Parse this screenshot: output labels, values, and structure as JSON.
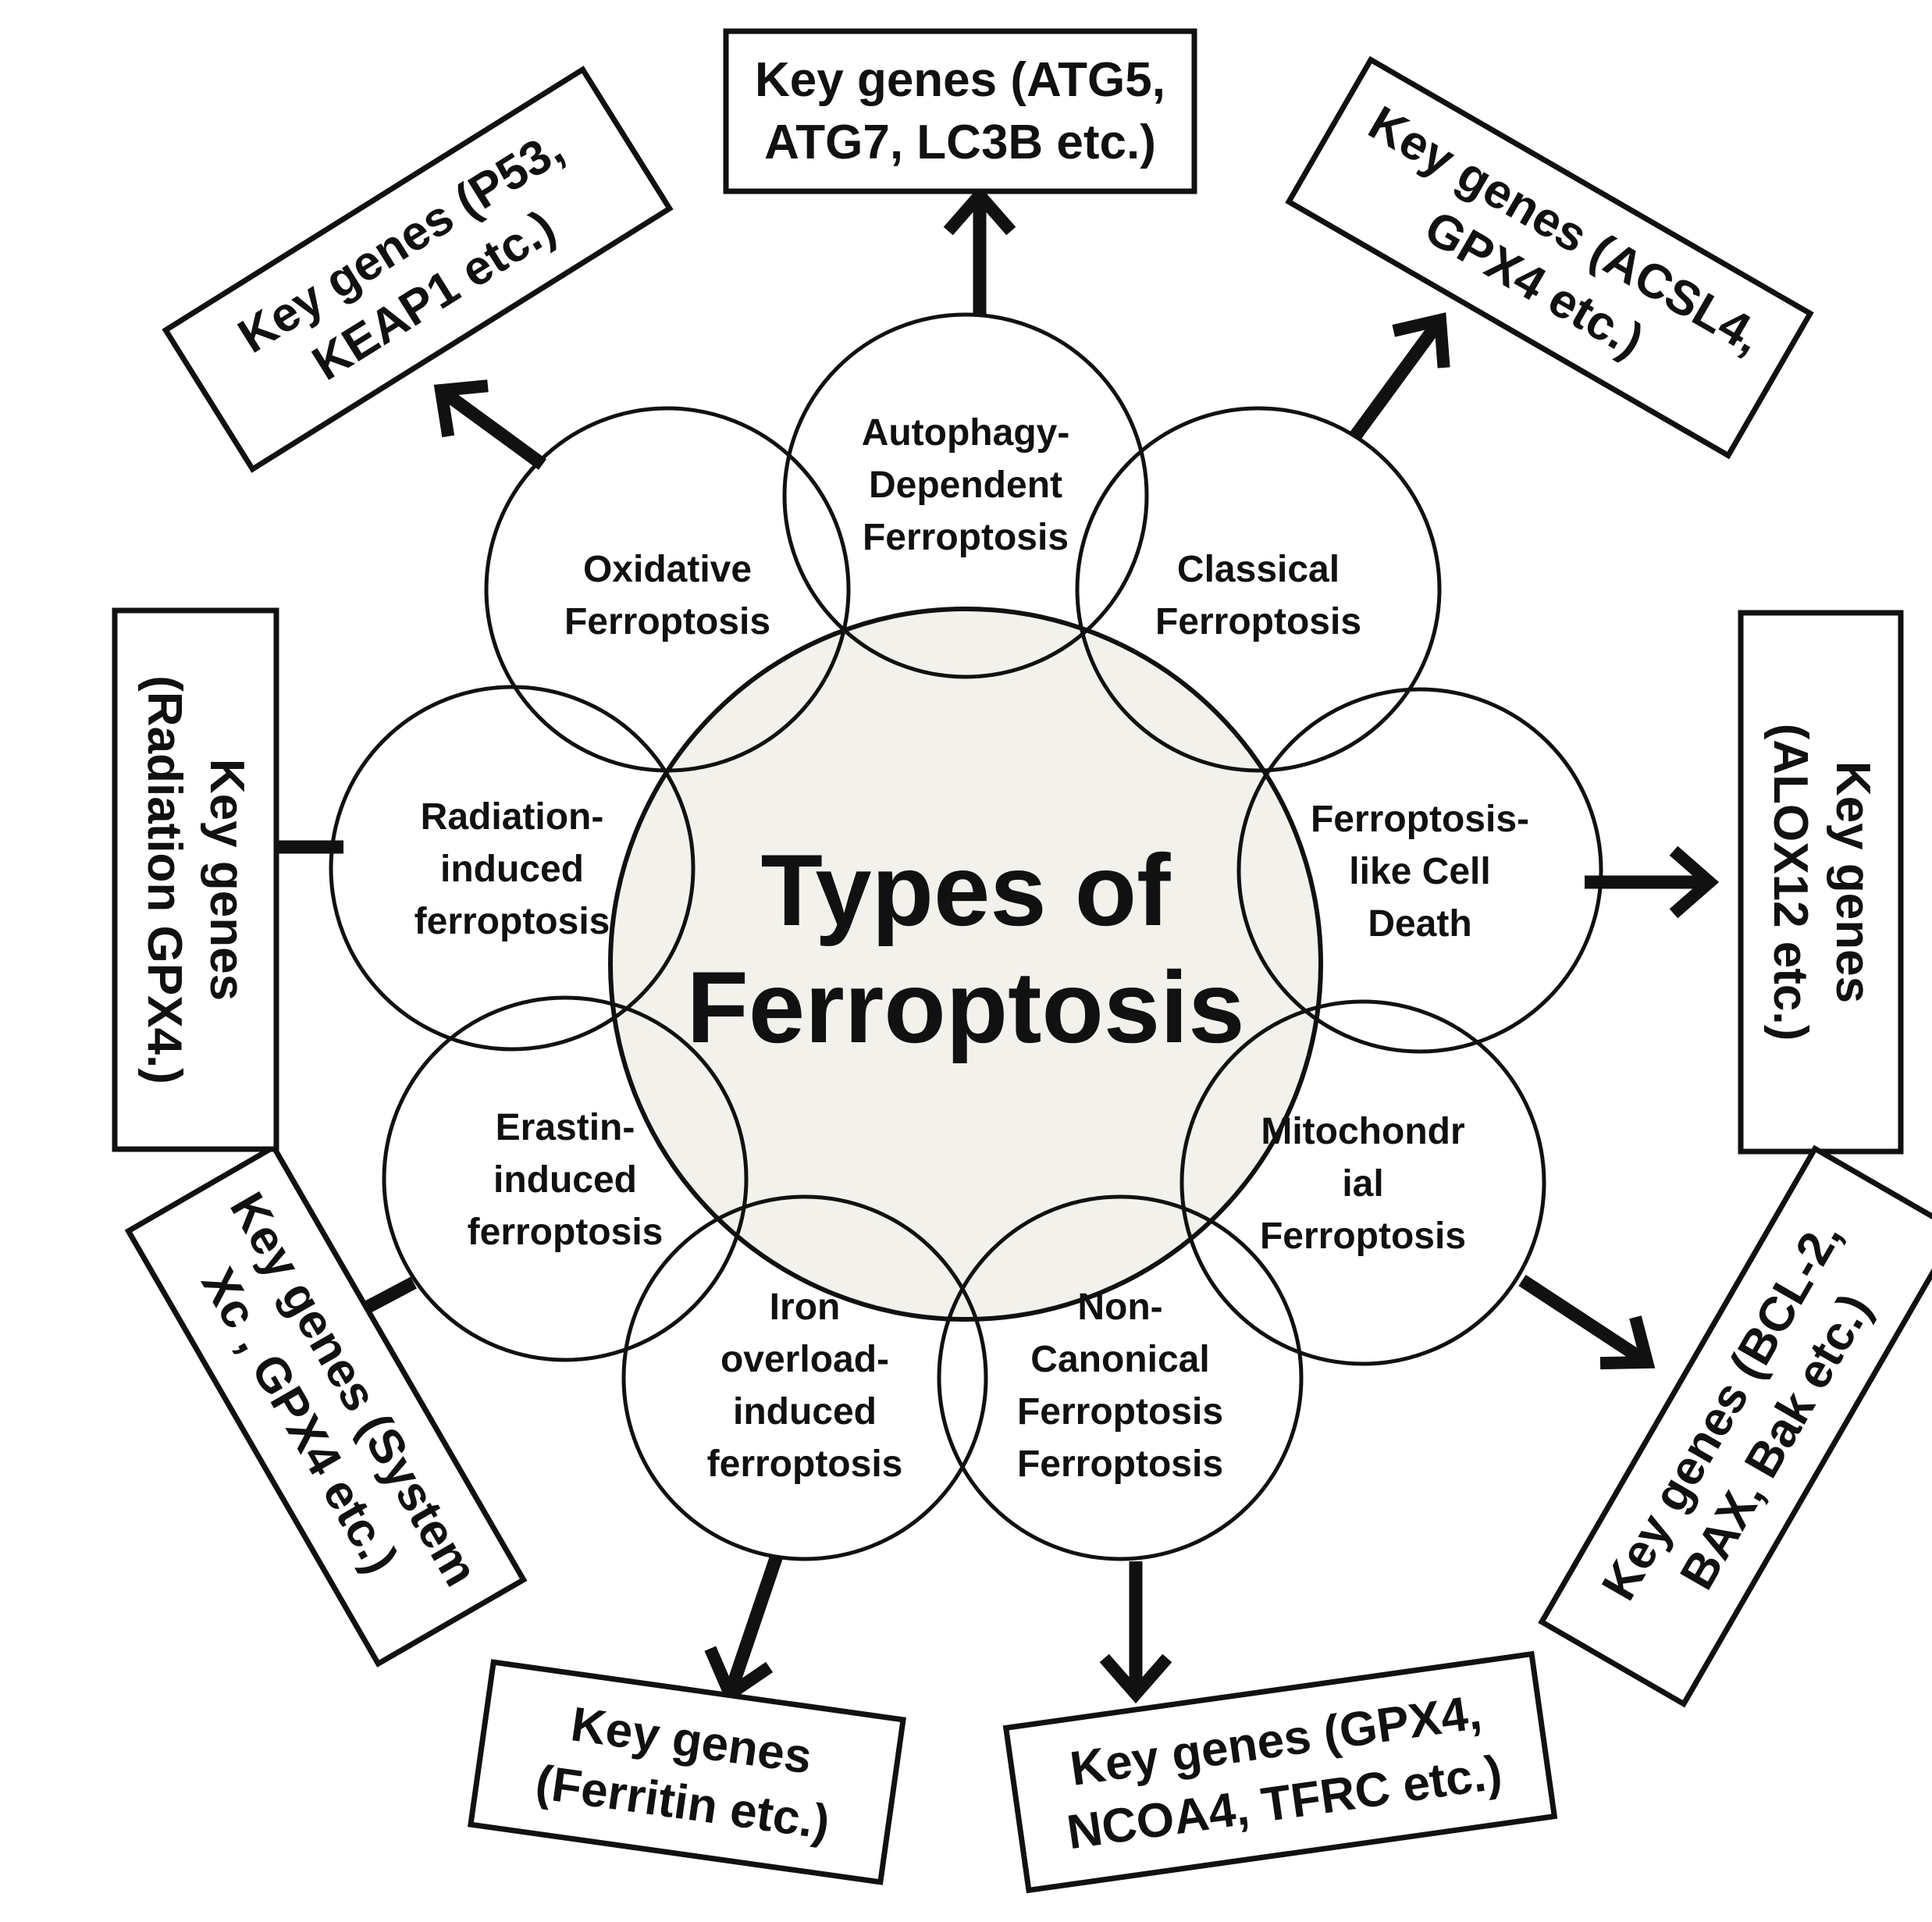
{
  "center": {
    "lines": [
      "Types of",
      "Ferroptosis"
    ],
    "fill": "#f2f1ec"
  },
  "types": [
    {
      "id": "autophagy",
      "lines": [
        "Autophagy-",
        "Dependent",
        "Ferroptosis"
      ],
      "key_genes": [
        "Key genes (ATG5,",
        "ATG7, LC3B etc.)"
      ]
    },
    {
      "id": "classical",
      "lines": [
        "Classical",
        "Ferroptosis"
      ],
      "key_genes": [
        "Key genes (ACSL4,",
        "GPX4 etc.)"
      ]
    },
    {
      "id": "ferroptosis-like",
      "lines": [
        "Ferroptosis-",
        "like Cell",
        "Death"
      ],
      "key_genes": [
        "Key genes",
        "(ALOX12 etc.)"
      ]
    },
    {
      "id": "mitochondrial",
      "lines": [
        "Mitochondr",
        "ial",
        "Ferroptosis"
      ],
      "key_genes": [
        "Key genes (BCL-2,",
        "BAX, Bak etc.)"
      ]
    },
    {
      "id": "non-canonical",
      "lines": [
        "Non-",
        "Canonical",
        "Ferroptosis",
        "Ferroptosis"
      ],
      "key_genes": [
        "Key genes (GPX4,",
        "NCOA4, TFRC etc.)"
      ]
    },
    {
      "id": "iron-overload",
      "lines": [
        "Iron",
        "overload-",
        "induced",
        "ferroptosis"
      ],
      "key_genes": [
        "Key genes",
        "(Ferritin  etc.)"
      ]
    },
    {
      "id": "erastin",
      "lines": [
        "Erastin-",
        "induced",
        "ferroptosis"
      ],
      "key_genes": [
        "Key genes (System",
        "Xc , GPX4  etc.)"
      ]
    },
    {
      "id": "radiation",
      "lines": [
        "Radiation-",
        "induced",
        "ferroptosis"
      ],
      "key_genes": [
        "Key genes",
        "(Radiation GPX4.)"
      ]
    },
    {
      "id": "oxidative",
      "lines": [
        "Oxidative",
        "Ferroptosis"
      ],
      "key_genes": [
        "Key genes (P53,",
        "KEAP1 etc.)"
      ]
    }
  ]
}
